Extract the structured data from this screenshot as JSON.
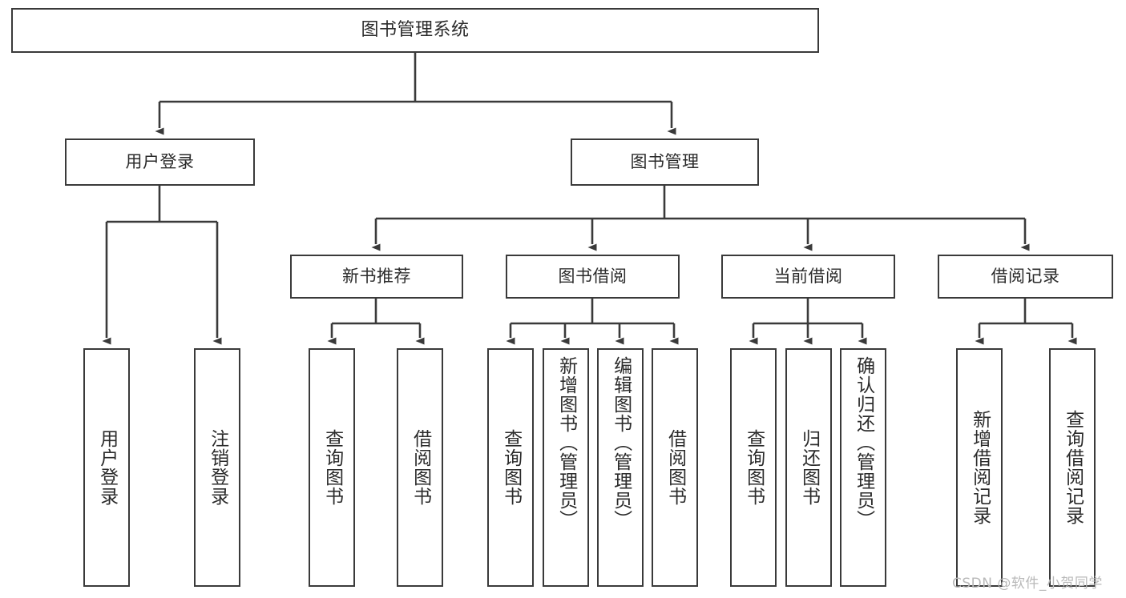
{
  "diagram": {
    "type": "tree-hierarchy",
    "title": "图书管理系统",
    "root": {
      "id": "root",
      "label": "图书管理系统"
    },
    "level1": [
      {
        "id": "user-login",
        "label": "用户登录"
      },
      {
        "id": "book-management",
        "label": "图书管理"
      }
    ],
    "level2": [
      {
        "id": "new-book-recommend",
        "label": "新书推荐",
        "parent": "book-management"
      },
      {
        "id": "book-borrow",
        "label": "图书借阅",
        "parent": "book-management"
      },
      {
        "id": "current-borrow",
        "label": "当前借阅",
        "parent": "book-management"
      },
      {
        "id": "borrow-record",
        "label": "借阅记录",
        "parent": "book-management"
      }
    ],
    "leaves": [
      {
        "id": "leaf-user-login",
        "label": "用户登录",
        "parent": "user-login"
      },
      {
        "id": "leaf-logout-login",
        "label": "注销登录",
        "parent": "user-login"
      },
      {
        "id": "leaf-query-book-1",
        "label": "查询图书",
        "parent": "new-book-recommend"
      },
      {
        "id": "leaf-borrow-book-1",
        "label": "借阅图书",
        "parent": "new-book-recommend"
      },
      {
        "id": "leaf-query-book-2",
        "label": "查询图书",
        "parent": "book-borrow"
      },
      {
        "id": "leaf-add-book",
        "label": "新增图书（管理员）",
        "parent": "book-borrow"
      },
      {
        "id": "leaf-edit-book",
        "label": "编辑图书（管理员）",
        "parent": "book-borrow"
      },
      {
        "id": "leaf-borrow-book-2",
        "label": "借阅图书",
        "parent": "book-borrow"
      },
      {
        "id": "leaf-query-book-3",
        "label": "查询图书",
        "parent": "current-borrow"
      },
      {
        "id": "leaf-return-book",
        "label": "归还图书",
        "parent": "current-borrow"
      },
      {
        "id": "leaf-confirm-return",
        "label": "确认归还（管理员）",
        "parent": "current-borrow"
      },
      {
        "id": "leaf-add-borrow-record",
        "label": "新增借阅记录",
        "parent": "borrow-record"
      },
      {
        "id": "leaf-query-borrow-record",
        "label": "查询借阅记录",
        "parent": "borrow-record"
      }
    ],
    "colors": {
      "background": "#ffffff",
      "box_fill": "#ffffff",
      "box_stroke": "#3a3a3a",
      "text": "#2b2b2b",
      "edge": "#3a3a3a",
      "watermark": "#b9b9b9"
    }
  },
  "watermark": {
    "text": "CSDN @软件_小贺同学"
  }
}
